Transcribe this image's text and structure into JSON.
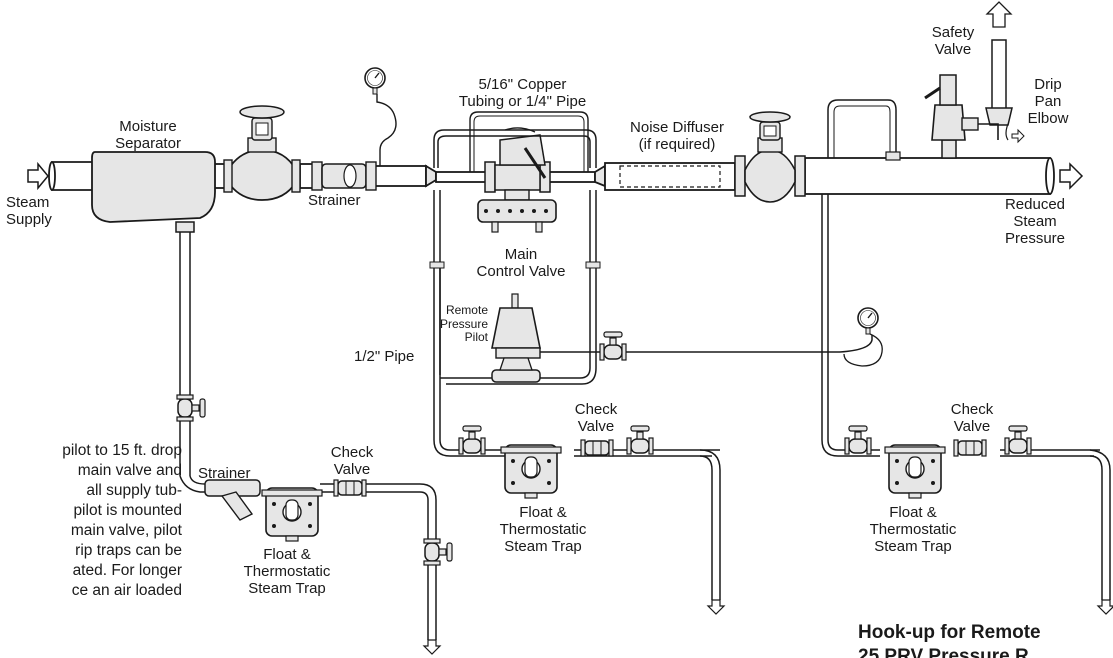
{
  "labels": {
    "moisture_separator": [
      "Moisture",
      "Separator"
    ],
    "steam_supply": [
      "Steam",
      "Supply"
    ],
    "strainer_top": "Strainer",
    "copper_tubing": [
      "5/16\" Copper",
      "Tubing or 1/4\" Pipe"
    ],
    "noise_diffuser": [
      "Noise Diffuser",
      "(if required)"
    ],
    "safety_valve": [
      "Safety",
      "Valve"
    ],
    "drip_pan_elbow": [
      "Drip",
      "Pan",
      "Elbow"
    ],
    "reduced_steam_pressure": [
      "Reduced",
      "Steam",
      "Pressure"
    ],
    "main_control_valve": [
      "Main",
      "Control Valve"
    ],
    "remote_pressure_pilot": [
      "Remote",
      "Pressure",
      "Pilot"
    ],
    "half_inch_pipe": "1/2\" Pipe",
    "strainer_left": "Strainer",
    "check_valve_left": [
      "Check",
      "Valve"
    ],
    "ft_trap_left": [
      "Float &",
      "Thermostatic",
      "Steam Trap"
    ],
    "check_valve_mid": [
      "Check",
      "Valve"
    ],
    "ft_trap_mid": [
      "Float &",
      "Thermostatic",
      "Steam Trap"
    ],
    "check_valve_right": [
      "Check",
      "Valve"
    ],
    "ft_trap_right": [
      "Float &",
      "Thermostatic",
      "Steam Trap"
    ]
  },
  "side_text": [
    "pilot to 15 ft. drop",
    "main valve and",
    "all supply tub-",
    "pilot is mounted",
    "main valve, pilot",
    "rip traps can be",
    "ated. For longer",
    "ce an air loaded"
  ],
  "caption": {
    "line1": "Hook-up for Remote",
    "line2": "25 PRV Pressure R"
  },
  "colors": {
    "line": "#1a1a1a",
    "fill": "#e6e6e6",
    "fill_dark": "#bdbdbd",
    "background": "#ffffff"
  }
}
